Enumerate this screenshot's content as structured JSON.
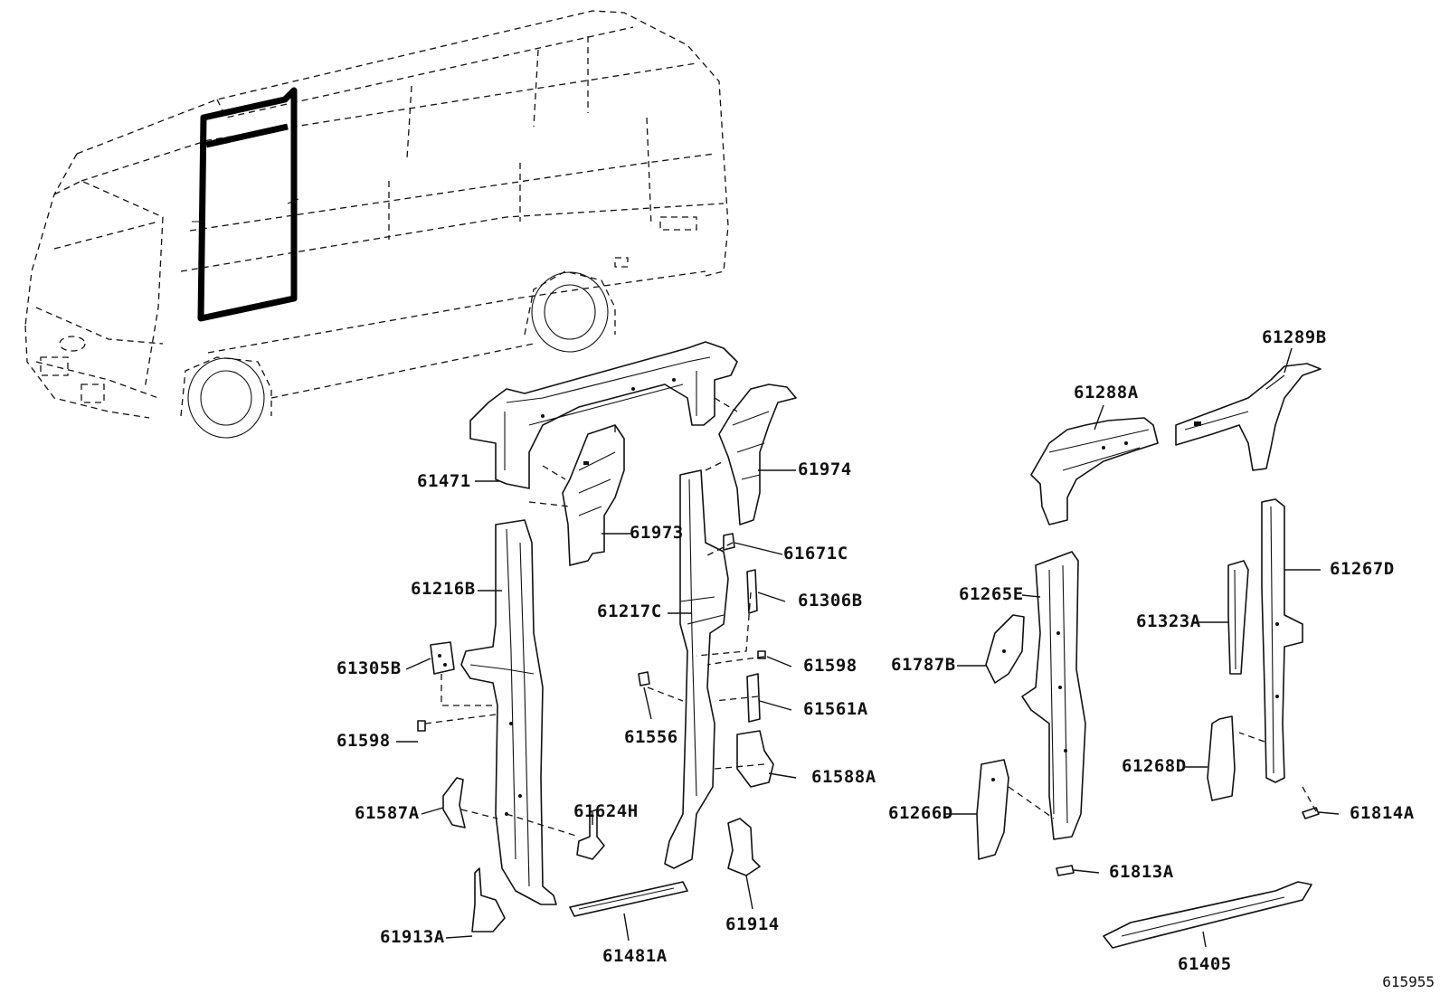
{
  "labels": {
    "p61471": "61471",
    "p61973": "61973",
    "p61974": "61974",
    "p61288A": "61288A",
    "p61289B": "61289B",
    "p61671C": "61671C",
    "p61216B": "61216B",
    "p61217C": "61217C",
    "p61306B": "61306B",
    "p61305B": "61305B",
    "p61598a": "61598",
    "p61598b": "61598",
    "p61556": "61556",
    "p61561A": "61561A",
    "p61588A": "61588A",
    "p61587A": "61587A",
    "p61624H": "61624H",
    "p61913A": "61913A",
    "p61481A": "61481A",
    "p61914": "61914",
    "p61265E": "61265E",
    "p61267D": "61267D",
    "p61323A": "61323A",
    "p61787B": "61787B",
    "p61268D": "61268D",
    "p61266D": "61266D",
    "p61814A": "61814A",
    "p61813A": "61813A",
    "p61405": "61405"
  },
  "figure_ref": "615955"
}
